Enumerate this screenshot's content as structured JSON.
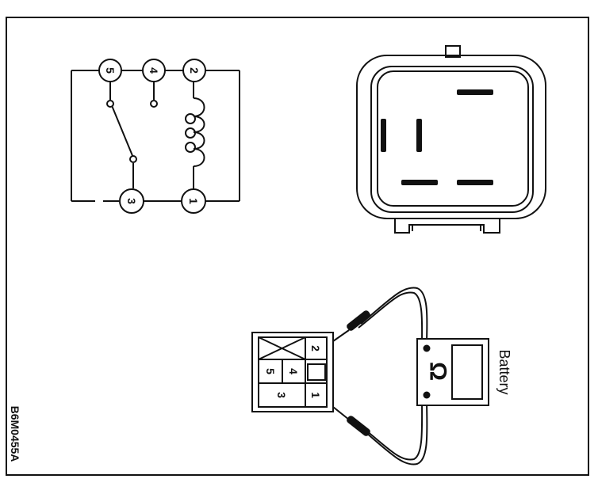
{
  "relay_schematic": {
    "terminals": [
      "5",
      "4",
      "2",
      "3",
      "1"
    ]
  },
  "test_setup": {
    "connector_cells": [
      "2",
      "5",
      "4",
      "3",
      "1"
    ],
    "meter_symbol": "Ω",
    "meter_label": "Battery"
  },
  "figure_code": "B6M0455A"
}
